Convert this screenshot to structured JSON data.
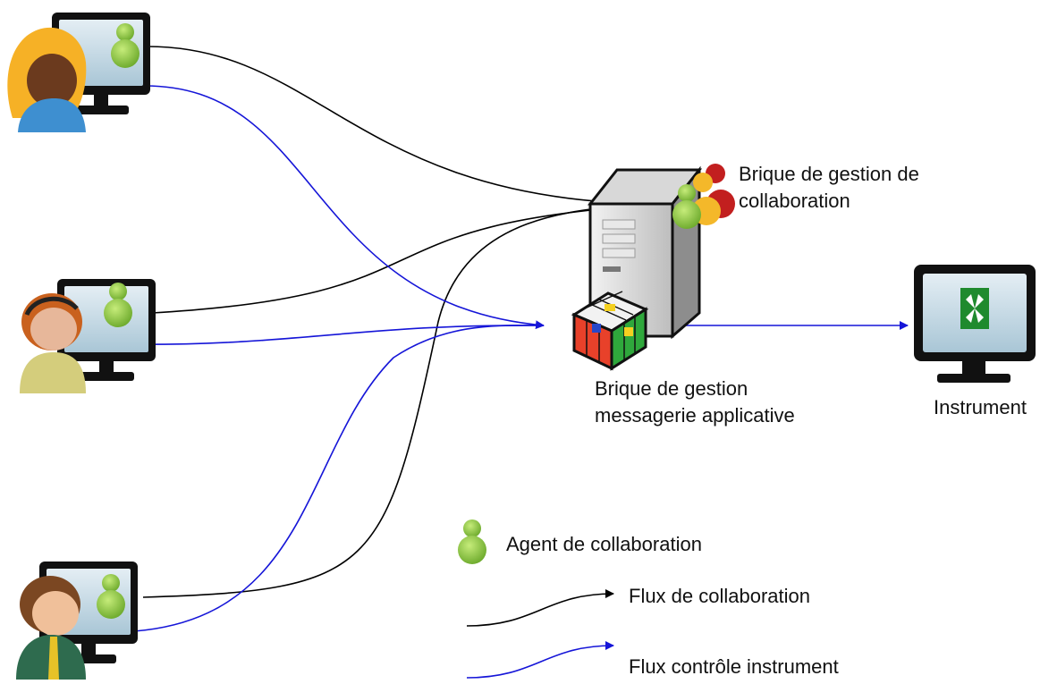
{
  "colors": {
    "collaboration_flow": "#000000",
    "instrument_flow": "#1515d8",
    "agent_green": "#8cc83c",
    "screen_blue": "#c9dde8",
    "instrument_logo": "#1f8a2e"
  },
  "nodes": {
    "users": [
      {
        "id": "user-1",
        "icon": "user-woman-icon"
      },
      {
        "id": "user-2",
        "icon": "user-headset-icon"
      },
      {
        "id": "user-3",
        "icon": "user-man-tie-icon"
      }
    ],
    "collaboration_brick": {
      "icon": "server-tower-icon",
      "badge": "users-group-icon",
      "label_lines": [
        "Brique de gestion de",
        "collaboration"
      ]
    },
    "messaging_brick": {
      "icon": "rubik-cube-icon",
      "label_lines": [
        "Brique de gestion",
        "messagerie applicative"
      ]
    },
    "instrument": {
      "icon": "instrument-monitor-icon",
      "label": "Instrument"
    }
  },
  "legend": {
    "agent": "Agent de collaboration",
    "collab_flow": "Flux de collaboration",
    "instrument_flow": "Flux contrôle instrument"
  }
}
